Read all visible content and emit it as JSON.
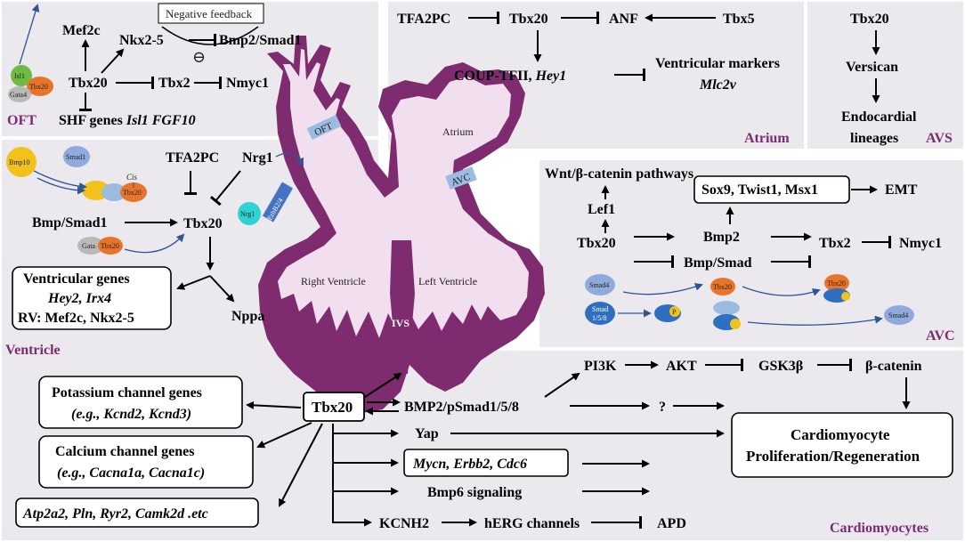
{
  "colors": {
    "panel": "#ebe9ed",
    "heart": "#7f2b6f",
    "heart_inner": "#f1dff0",
    "region": "#7a2b72",
    "arrow_blue": "#2f5597",
    "yellow": "#f2c21b",
    "orange": "#e8742a",
    "green": "#6dbb45",
    "gray": "#b9b9b9",
    "smad": "#8faadc",
    "smad_dark": "#2e6fc0",
    "cyan": "#2fd3d3"
  },
  "oft": {
    "region": "OFT",
    "mef2c": "Mef2c",
    "nkx25": "Nkx2-5",
    "neg_feedback": "Negative feedback",
    "bmp2_smad1": "Bmp2/Smad1",
    "tbx20": "Tbx20",
    "tbx2": "Tbx2",
    "nmyc1": "Nmyc1",
    "shf": "SHF genes",
    "isl1_fgf10": "Isl1 FGF10",
    "inhibit_symbol": "⊖",
    "complex": {
      "isl1": "Isl1",
      "tbx20": "Tbx20",
      "gata4": "Gata4"
    }
  },
  "atrium": {
    "region": "Atrium",
    "tfa2pc": "TFA2PC",
    "tbx20": "Tbx20",
    "anf": "ANF",
    "tbx5": "Tbx5",
    "coup": "COUP-TFII,",
    "hey1": "Hey1",
    "vm1": "Ventricular markers",
    "mlc2v": "Mlc2v"
  },
  "avs": {
    "region": "AVS",
    "tbx20": "Tbx20",
    "versican": "Versican",
    "endo1": "Endocardial",
    "endo2": "lineages"
  },
  "ventricle": {
    "region": "Ventricle",
    "bmp10": "Bmp10",
    "smad1": "Smad1",
    "cis": "Cis",
    "tbx20_small": "Tbx20",
    "tfa2pc": "TFA2PC",
    "nrg1": "Nrg1",
    "nrg1_small": "Nrg1",
    "erbb": "ErbB2/4",
    "bmp_smad1": "Bmp/Smad1",
    "tbx20": "Tbx20",
    "gata": "Gata",
    "tbx20_gata": "Tbx20",
    "vg_title": "Ventricular genes",
    "vg_genes": "Hey2, Irx4",
    "vg_rv": "RV: Mef2c, Nkx2-5",
    "nppa": "Nppa"
  },
  "heart": {
    "oft": "OFT",
    "atrium": "Atrium",
    "avc": "AVC",
    "right_ventricle": "Right Ventricle",
    "left_ventricle": "Left Ventricle",
    "ivs": "IVS"
  },
  "avc": {
    "region": "AVC",
    "wnt": "Wnt/β-catenin pathways",
    "lef1": "Lef1",
    "sox9": "Sox9, Twist1, Msx1",
    "emt": "EMT",
    "tbx20": "Tbx20",
    "bmp2": "Bmp2",
    "tbx2": "Tbx2",
    "nmyc1": "Nmyc1",
    "bmp_smad": "Bmp/Smad",
    "smad4": "Smad4",
    "smad158_1": "Smad",
    "smad158_2": "1/5/8",
    "p": "P",
    "tbx20_small": "Tbx20",
    "tbx20_small2": "Tbx20",
    "smad4_b": "Smad4"
  },
  "cardio": {
    "region": "Cardiomyocytes",
    "tbx20": "Tbx20",
    "k_title": "Potassium channel genes",
    "k_genes": "(e.g., Kcnd2, Kcnd3)",
    "ca_title": "Calcium channel genes",
    "ca_genes": "(e.g., Cacna1a, Cacna1c)",
    "atp": "Atp2a2, Pln, Ryr2, Camk2d .etc",
    "pi3k": "PI3K",
    "akt": "AKT",
    "gsk3b": "GSK3β",
    "bcatenin": "β-catenin",
    "bmp2p": "BMP2/pSmad1/5/8",
    "question": "?",
    "yap": "Yap",
    "mycn": "Mycn, Erbb2, Cdc6",
    "bmp6": "Bmp6 signaling",
    "kcnh2": "KCNH2",
    "herg": "hERG channels",
    "apd": "APD",
    "prolif1": "Cardiomyocyte",
    "prolif2": "Proliferation/Regeneration"
  }
}
